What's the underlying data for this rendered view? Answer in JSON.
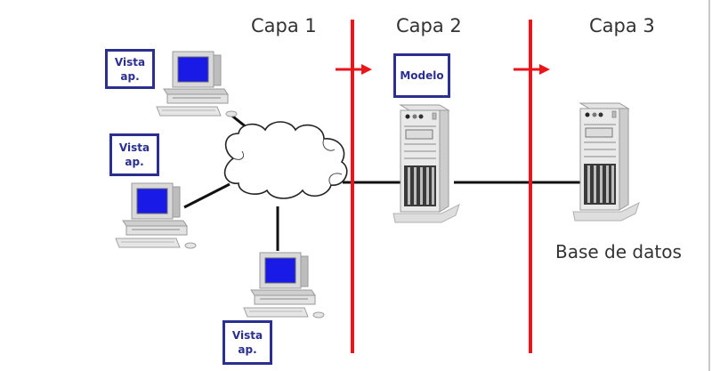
{
  "diagram": {
    "title": "Arquitectura de tres capas",
    "layers": [
      {
        "label": "Capa 1"
      },
      {
        "label": "Capa 2"
      },
      {
        "label": "Capa 3"
      }
    ],
    "clients": [
      {
        "label_line1": "Vista",
        "label_line2": "ap.",
        "icon": "desktop-computer-icon"
      },
      {
        "label_line1": "Vista",
        "label_line2": "ap.",
        "icon": "desktop-computer-icon"
      },
      {
        "label_line1": "Vista",
        "label_line2": "ap.",
        "icon": "desktop-computer-icon"
      }
    ],
    "network": {
      "icon": "cloud-icon"
    },
    "app_server": {
      "label": "Modelo",
      "icon": "server-tower-icon"
    },
    "db_server": {
      "label": "Base de datos",
      "icon": "server-tower-icon"
    },
    "colors": {
      "boundary": "#e8151b",
      "connection": "#111111",
      "label_box": "#2b2f8f",
      "screen": "#1a1ae6"
    }
  }
}
